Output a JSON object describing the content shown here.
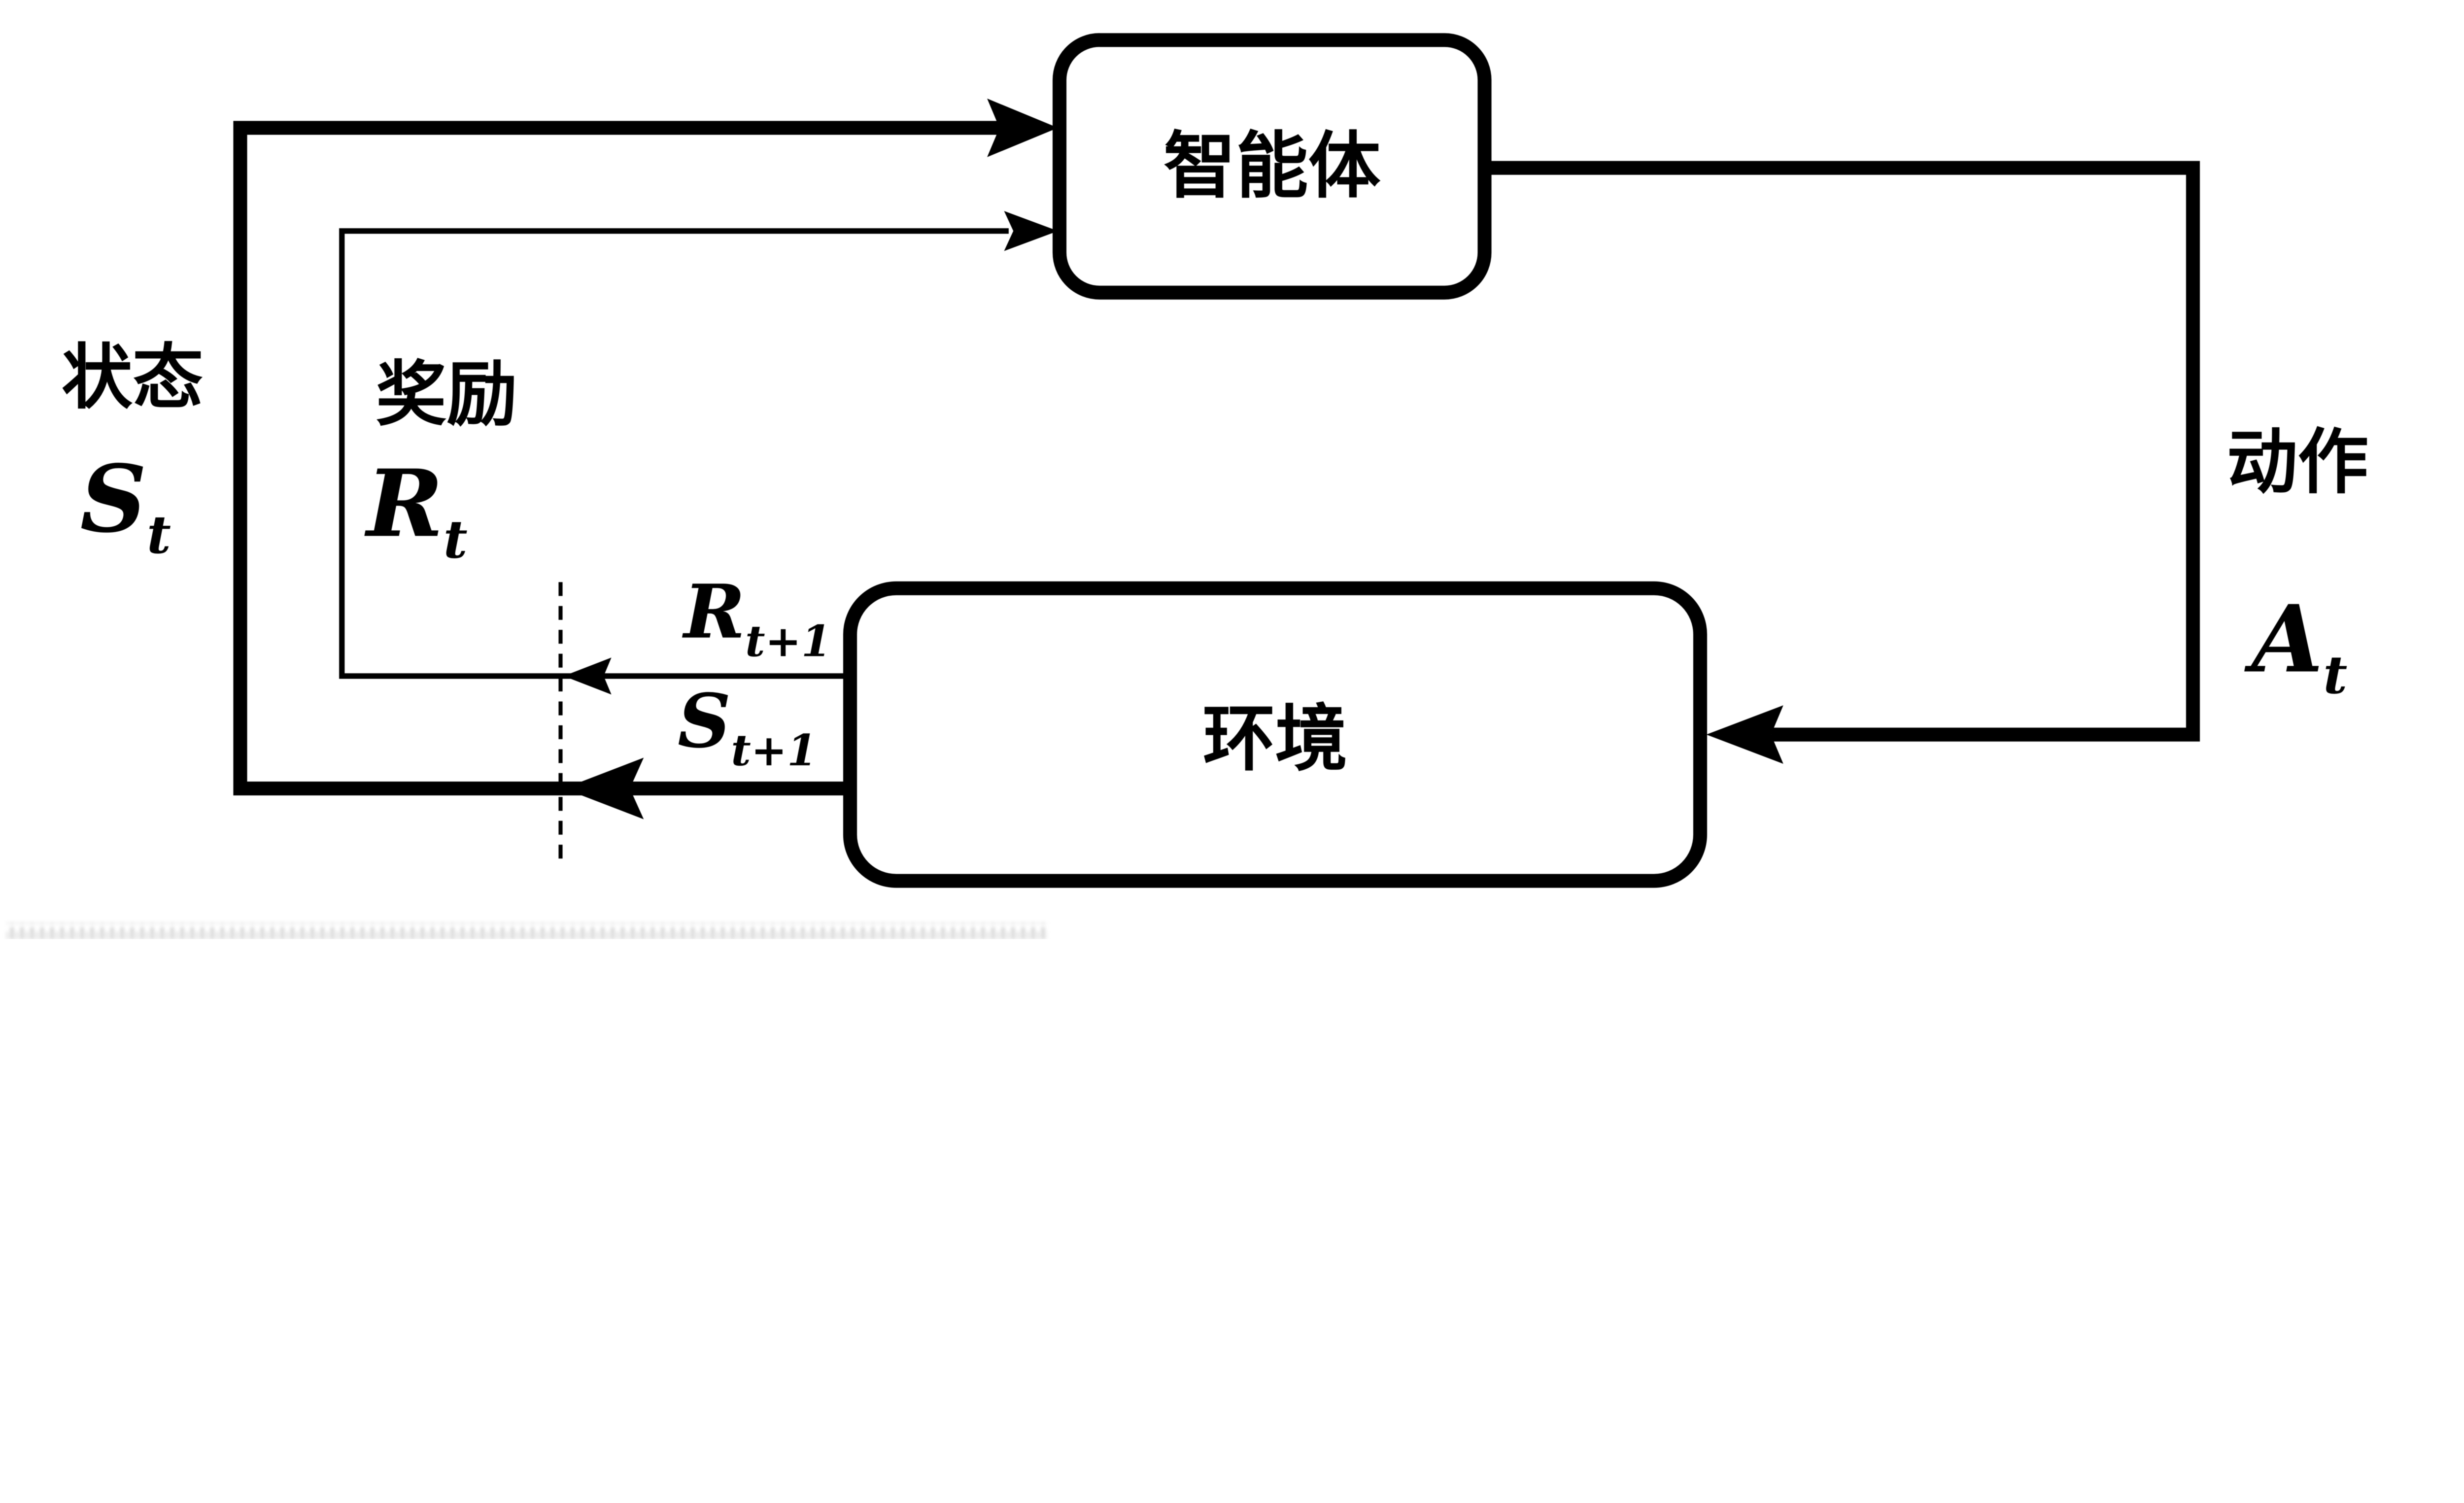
{
  "diagram": {
    "background": "#ffffff",
    "line_color": "#000000",
    "boxes": {
      "agent": {
        "label": "智能体"
      },
      "environment": {
        "label": "环境"
      }
    },
    "labels": {
      "state": "状态",
      "reward": "奖励",
      "action": "动作",
      "state_symbol": {
        "main": "S",
        "sub": "t"
      },
      "reward_symbol": {
        "main": "R",
        "sub": "t"
      },
      "action_symbol": {
        "main": "A",
        "sub": "t"
      },
      "next_reward_symbol": {
        "main": "R",
        "sub": "t+1"
      },
      "next_state_symbol": {
        "main": "S",
        "sub": "t+1"
      }
    }
  }
}
